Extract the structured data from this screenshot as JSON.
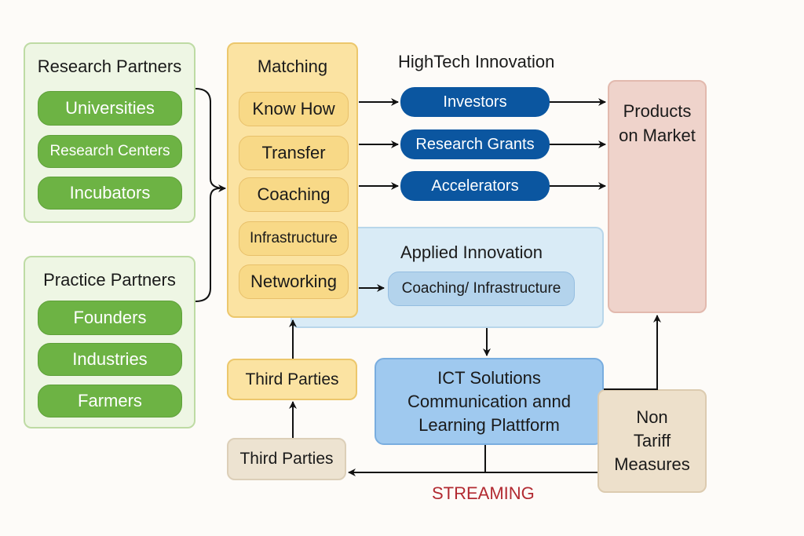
{
  "research_partners": {
    "title": "Research Partners",
    "items": [
      "Universities",
      "Research Centers",
      "Incubators"
    ]
  },
  "practice_partners": {
    "title": "Practice Partners",
    "items": [
      "Founders",
      "Industries",
      "Farmers"
    ]
  },
  "matching": {
    "title": "Matching",
    "items": [
      "Know How",
      "Transfer",
      "Coaching",
      "Infrastructure",
      "Networking"
    ]
  },
  "hightech": {
    "title": "HighTech Innovation",
    "items": [
      "Investors",
      "Research Grants",
      "Accelerators"
    ]
  },
  "products": {
    "label": "Products on Market",
    "line1": "Products",
    "line2": "on Market"
  },
  "applied": {
    "title": "Applied Innovation",
    "item": "Coaching/ Infrastructure"
  },
  "ict": {
    "line1": "ICT Solutions",
    "line2": "Communication annd",
    "line3": "Learning Plattform"
  },
  "non_tariff": {
    "line1": "Non",
    "line2": "Tariff",
    "line3": "Measures"
  },
  "third_parties_upper": "Third Parties",
  "third_parties_lower": "Third Parties",
  "streaming": "STREAMING",
  "colors": {
    "green": "#6db344",
    "yellow": "#fbe3a2",
    "blue": "#0b56a0",
    "light_blue": "#d9ebf6",
    "pink": "#efd3cb",
    "streaming_red": "#b22a31"
  }
}
